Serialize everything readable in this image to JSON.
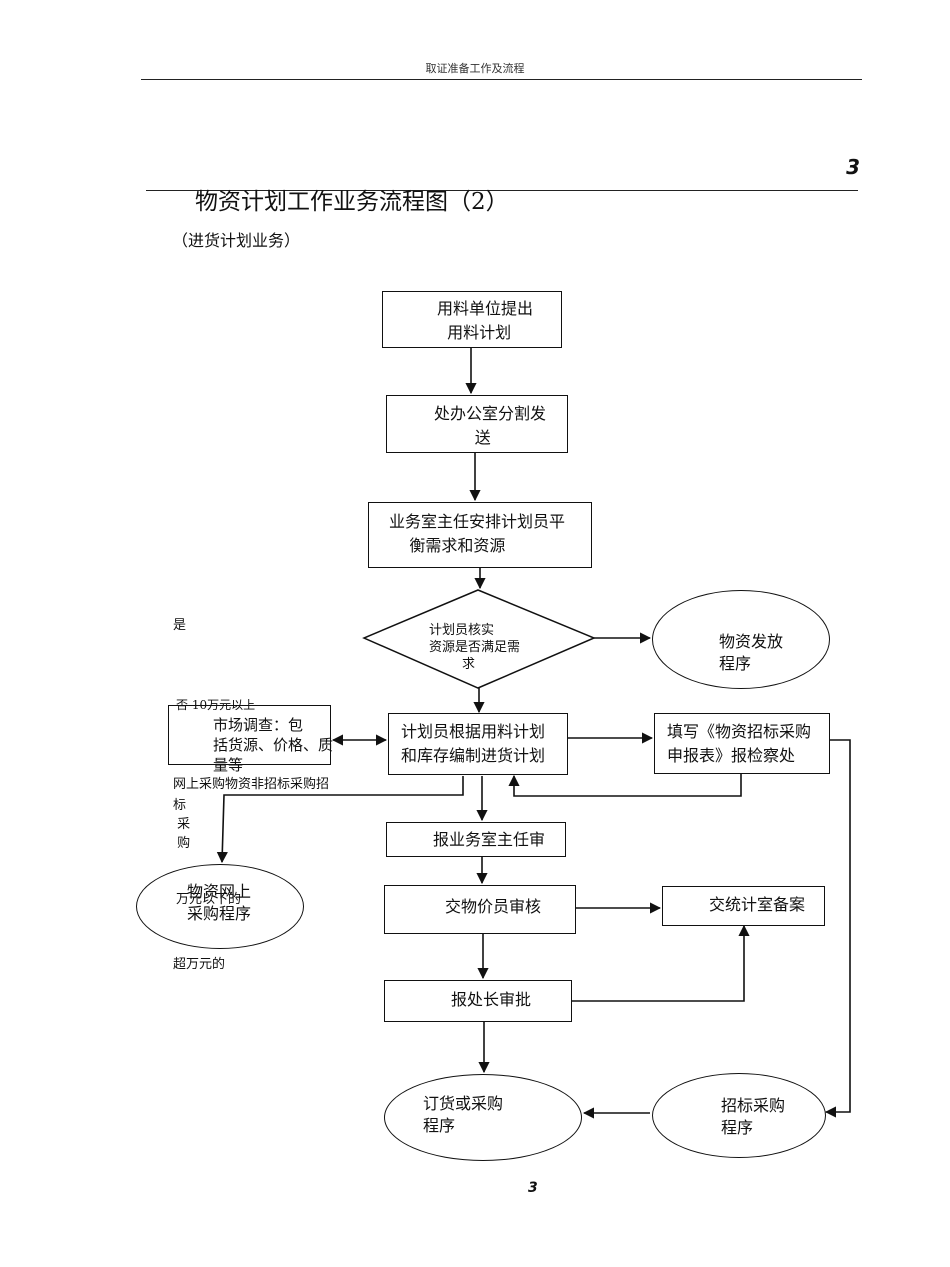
{
  "header": {
    "text": "取证准备工作及流程"
  },
  "page_number_top": "3",
  "title": "物资计划工作业务流程图（2）",
  "subtitle": "（进货计划业务）",
  "nodes": {
    "n1": "用料单位提出\n  用料计划",
    "n2": "处办公室分割发\n        送",
    "n3": "业务室主任安排计划员平\n    衡需求和资源",
    "decision": "计划员核实\n资源是否满足需\n        求",
    "issue": "物资发放\n程序",
    "market": "市场调查：包\n括货源、价格、质\n量等",
    "compile": "计划员根据用料计划\n和库存编制进货计划",
    "fill_form": "填写《物资招标采购\n申报表》报检察处",
    "director_review": "报业务室主任审",
    "price_review": "交物价员审核",
    "stats_file": "交统计室备案",
    "chief_approve": "报处长审批",
    "online": "物资网上\n采购程序",
    "order": "订货或采购\n程序",
    "bidding": "招标采购\n程序"
  },
  "labels": {
    "yes": "是",
    "no_10": "否 10万元以上",
    "online_nonbid": "网上采购物资非招标采购招",
    "bid_vertical": "标\n 采\n 购",
    "under_10k": "万元以下的",
    "over_10k": "超万元的"
  },
  "footer": {
    "page_number": "3"
  }
}
